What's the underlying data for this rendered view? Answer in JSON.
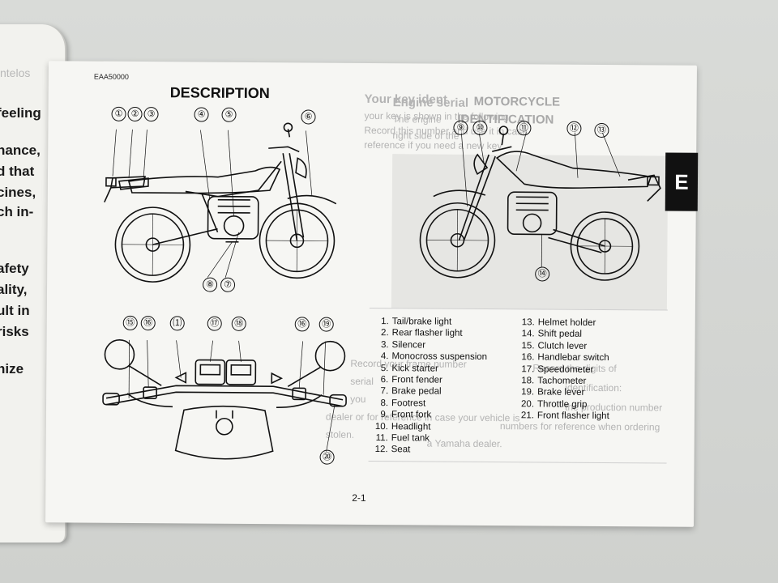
{
  "left_page_fragments": [
    "feeling",
    "nance,",
    "d that",
    "cines,",
    "ch in-",
    "afety",
    "ality,",
    "ult in",
    "risks",
    "nize"
  ],
  "page": {
    "code": "EAA50000",
    "title": "DESCRIPTION",
    "page_number": "2-1",
    "section_tab": "E"
  },
  "callouts_left": [
    "①",
    "②",
    "③",
    "④",
    "⑤",
    "⑥",
    "⑧",
    "⑦"
  ],
  "callouts_right": [
    "⑨",
    "⑩",
    "⑪",
    "⑫",
    "⑬",
    "⑭"
  ],
  "callouts_handlebar": [
    "⑮",
    "⑯",
    "⑴",
    "⑰",
    "⑱",
    "⑯",
    "⑲",
    "⑳"
  ],
  "legend_left": [
    {
      "n": "1.",
      "label": "Tail/brake light"
    },
    {
      "n": "2.",
      "label": "Rear flasher light"
    },
    {
      "n": "3.",
      "label": "Silencer"
    },
    {
      "n": "4.",
      "label": "Monocross suspension"
    },
    {
      "n": "5.",
      "label": "Kick starter"
    },
    {
      "n": "6.",
      "label": "Front fender"
    },
    {
      "n": "7.",
      "label": "Brake pedal"
    },
    {
      "n": "8.",
      "label": "Footrest"
    },
    {
      "n": "9.",
      "label": "Front fork"
    },
    {
      "n": "10.",
      "label": "Headlight"
    },
    {
      "n": "11.",
      "label": "Fuel tank"
    },
    {
      "n": "12.",
      "label": "Seat"
    }
  ],
  "legend_right": [
    {
      "n": "13.",
      "label": "Helmet holder"
    },
    {
      "n": "14.",
      "label": "Shift pedal"
    },
    {
      "n": "15.",
      "label": "Clutch lever"
    },
    {
      "n": "16.",
      "label": "Handlebar switch"
    },
    {
      "n": "17.",
      "label": "Speedometer"
    },
    {
      "n": "18.",
      "label": "Tachometer"
    },
    {
      "n": "19.",
      "label": "Brake lever"
    },
    {
      "n": "20.",
      "label": "Throttle grip"
    },
    {
      "n": "21.",
      "label": "Front flasher light"
    }
  ],
  "bleed_through": {
    "heading_left": "Your key ident",
    "heading_right": "Engine serial",
    "heading_right2": "MOTORCYCLE",
    "heading_right3": "IDENTIFICATION",
    "lines": [
      "your key is shown in the following",
      "Record this number and use it in case",
      "reference if you need a new key.",
      "The engine",
      "right side of the",
      "Record the digits of",
      "identification:",
      "the production number",
      "numbers for reference when ordering",
      "a Yamaha dealer.",
      "Record your frame number",
      "serial",
      "you",
      "dealer or for reference in case your vehicle is",
      "stolen."
    ]
  }
}
